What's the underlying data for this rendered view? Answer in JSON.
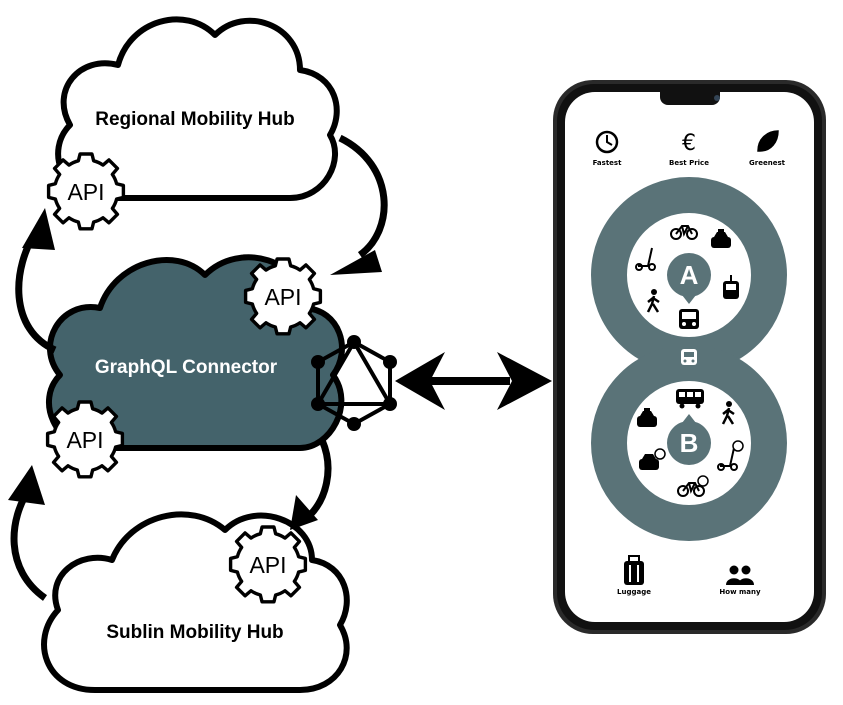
{
  "clouds": {
    "regional": {
      "label": "Regional Mobility Hub"
    },
    "connector": {
      "label": "GraphQL Connector"
    },
    "sublin": {
      "label": "Sublin Mobility Hub"
    }
  },
  "api_badges": [
    {
      "label": "API"
    },
    {
      "label": "API"
    },
    {
      "label": "API"
    },
    {
      "label": "API"
    }
  ],
  "phone": {
    "options": [
      {
        "label": "Fastest",
        "icon": "clock-icon"
      },
      {
        "label": "Best Price",
        "icon": "euro-icon"
      },
      {
        "label": "Greenest",
        "icon": "leaf-icon"
      }
    ],
    "origin_marker": "A",
    "destination_marker": "B",
    "bottom": [
      {
        "label": "Luggage",
        "icon": "luggage-icon"
      },
      {
        "label": "How many",
        "icon": "people-icon"
      }
    ]
  },
  "colors": {
    "connector_fill": "#44636b",
    "phone_accent": "#5a7378",
    "stroke": "#000000"
  }
}
